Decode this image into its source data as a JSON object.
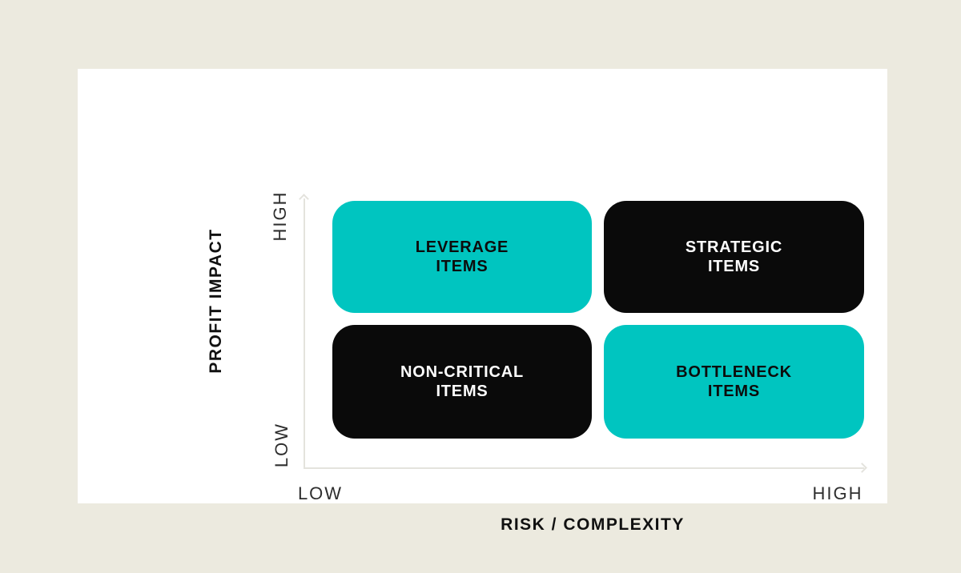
{
  "canvas": {
    "page_background": "#ECEADF",
    "card_background": "#FFFFFF"
  },
  "colors": {
    "teal": "#00C5C0",
    "black": "#0A0A0A",
    "white_text": "#FFFFFF",
    "black_text": "#0C0C0C",
    "axis_line": "#E4E3DD",
    "title_text": "#111111",
    "tick_text": "#2E2E2E"
  },
  "chart": {
    "type": "quadrant-matrix",
    "y_axis": {
      "label": "PROFIT IMPACT",
      "top_tick": "HIGH",
      "bottom_tick": "LOW"
    },
    "x_axis": {
      "label": "RISK / COMPLEXITY",
      "left_tick": "LOW",
      "right_tick": "HIGH"
    },
    "quadrants": [
      {
        "position": "top-left",
        "line1": "LEVERAGE",
        "line2": "ITEMS",
        "fill": "teal",
        "text": "black_text"
      },
      {
        "position": "top-right",
        "line1": "STRATEGIC",
        "line2": "ITEMS",
        "fill": "black",
        "text": "white_text"
      },
      {
        "position": "bottom-left",
        "line1": "NON-CRITICAL",
        "line2": "ITEMS",
        "fill": "black",
        "text": "white_text"
      },
      {
        "position": "bottom-right",
        "line1": "BOTTLENECK",
        "line2": "ITEMS",
        "fill": "teal",
        "text": "black_text"
      }
    ]
  }
}
